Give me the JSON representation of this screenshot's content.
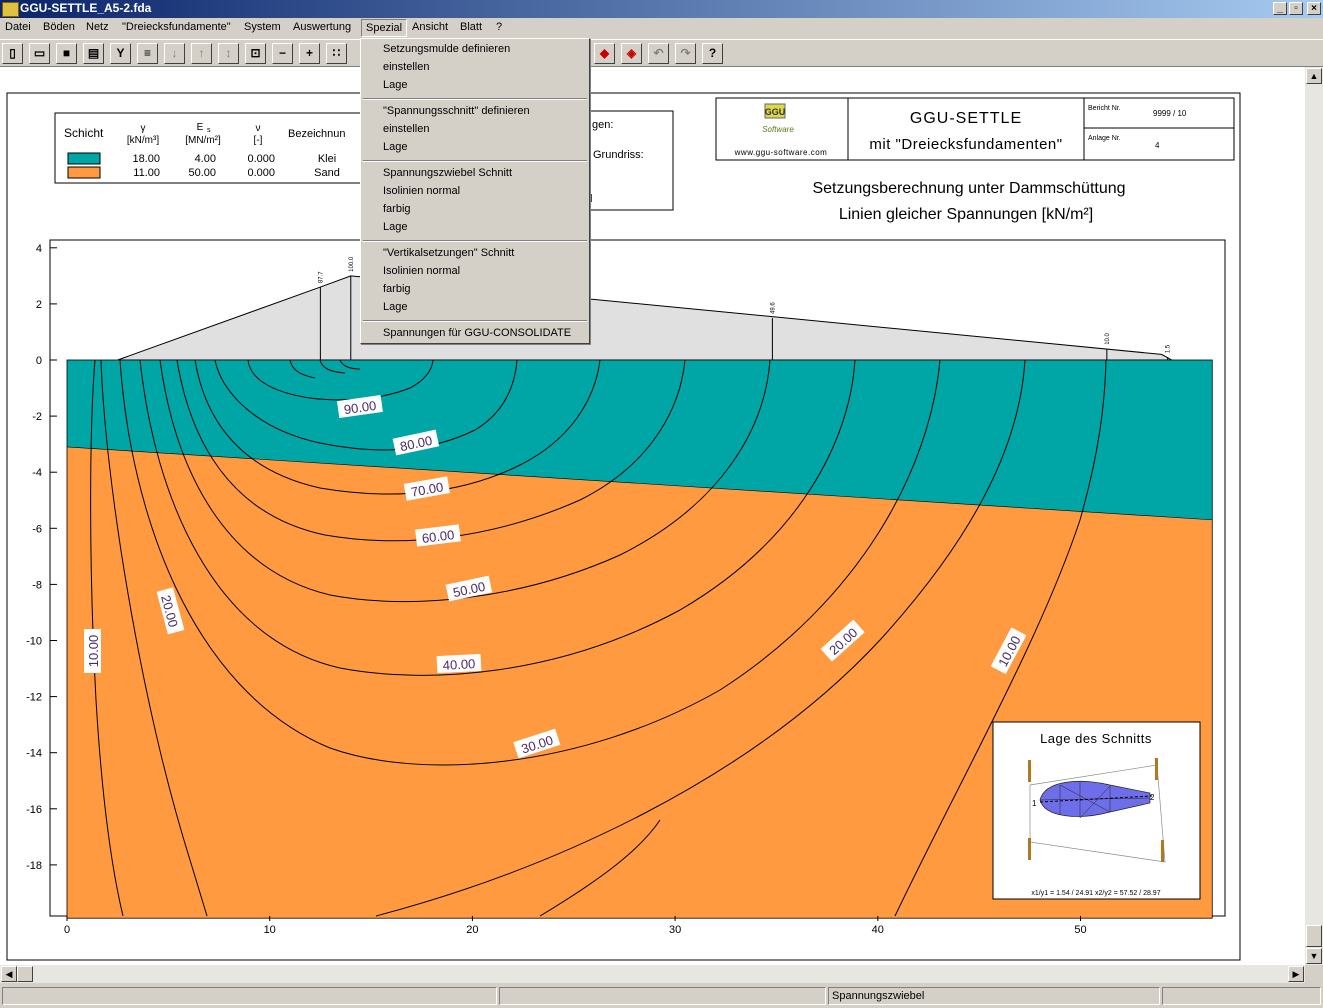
{
  "window": {
    "title": "GGU-SETTLE_A5-2.fda",
    "minimize": "_",
    "maximize": "▫",
    "close": "×"
  },
  "menu": {
    "items": [
      "Datei",
      "Böden",
      "Netz",
      "\"Dreiecksfundamente\"",
      "System",
      "Auswertung",
      "Spezial",
      "Ansicht",
      "Blatt",
      "?"
    ],
    "active": "Spezial"
  },
  "dropdown": {
    "items": [
      "Setzungsmulde definieren",
      "einstellen",
      "Lage",
      "\"Spannungsschnitt\" definieren",
      "einstellen",
      "Lage",
      "Spannungszwiebel Schnitt",
      "Isolinien normal",
      "farbig",
      "Lage",
      "\"Vertikalsetzungen\" Schnitt",
      "Isolinien normal",
      "farbig",
      "Lage",
      "Spannungen für GGU-CONSOLIDATE"
    ]
  },
  "toolbar": {
    "help": "?"
  },
  "legend": {
    "head_schicht": "Schicht",
    "head_gamma": "γ",
    "head_gamma_unit": "[kN/m³]",
    "head_es": "E",
    "head_es_sub": "s",
    "head_es_unit": "[MN/m²]",
    "head_nu": "ν",
    "head_nu_unit": "[-]",
    "head_bez": "Bezeichnun",
    "rows": [
      {
        "color": "#00a6a6",
        "gamma": "18.00",
        "es": "4.00",
        "nu": "0.000",
        "name": "Klei"
      },
      {
        "color": "#ff9a40",
        "gamma": "11.00",
        "es": "50.00",
        "nu": "0.000",
        "name": "Sand"
      }
    ]
  },
  "infobox": {
    "line1": "gen:",
    "line2": "Grundriss:",
    "line3": "l"
  },
  "titleblock": {
    "logo": "GGU",
    "logo_sub": "Software",
    "website": "www.ggu-software.com",
    "program": "GGU-SETTLE",
    "subtitle": "mit \"Dreiecksfundamenten\"",
    "bericht_label": "Bericht Nr.",
    "bericht_value": "9999 / 10",
    "anlage_label": "Anlage Nr.",
    "anlage_value": "4"
  },
  "plot_title": {
    "line1": "Setzungsberechnung unter Dammschüttung",
    "line2": "Linien gleicher Spannungen [kN/m²]"
  },
  "inset": {
    "title": "Lage des Schnitts",
    "label1": "1",
    "label2": "2",
    "coords": "x1/y1 = 1.54 / 24.91   x2/y2 = 57.52 / 28.97"
  },
  "status": {
    "panel3": "Spannungszwiebel"
  },
  "chart_data": {
    "type": "heatmap",
    "xlim": [
      0,
      57
    ],
    "ylim": [
      -20,
      4.3
    ],
    "xticks": [
      0,
      10,
      20,
      30,
      40,
      50
    ],
    "yticks": [
      4,
      2,
      0,
      -2,
      -4,
      -6,
      -8,
      -10,
      -12,
      -14,
      -16,
      -18
    ],
    "embankment": [
      [
        2.5,
        0
      ],
      [
        12.5,
        2.6
      ],
      [
        14,
        3
      ],
      [
        54,
        0.2
      ],
      [
        54.5,
        0
      ]
    ],
    "load_markers": [
      {
        "x": 12.5,
        "top": 2.6,
        "label": "87.7"
      },
      {
        "x": 14,
        "top": 3,
        "label": "100.0"
      },
      {
        "x": 34.8,
        "top": 1.5,
        "label": "49.6"
      },
      {
        "x": 51.3,
        "top": 0.4,
        "label": "10.0"
      },
      {
        "x": 54.3,
        "top": 0.1,
        "label": "1.5"
      }
    ],
    "layers": [
      {
        "name": "Klei",
        "top": [
          [
            0,
            0
          ],
          [
            56.5,
            0
          ]
        ],
        "bottom": [
          [
            0,
            -3.1
          ],
          [
            56.5,
            -5.7
          ]
        ],
        "color": "#00a6a6"
      },
      {
        "name": "Sand",
        "bottom": -19.9,
        "color": "#ff9a40"
      }
    ],
    "contour_labels": [
      "90.00",
      "80.00",
      "70.00",
      "60.00",
      "50.00",
      "40.00",
      "30.00",
      "20.00",
      "10.00",
      "20.00",
      "10.00"
    ]
  }
}
